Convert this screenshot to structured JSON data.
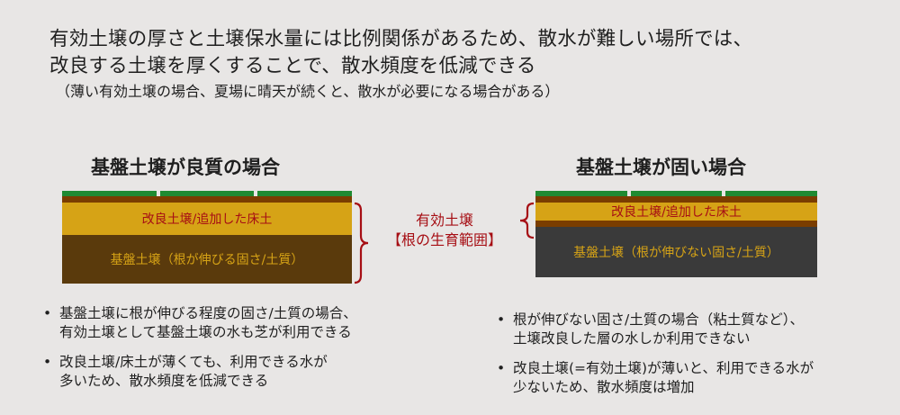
{
  "headline": {
    "line1": "有効土壌の厚さと土壌保水量には比例関係があるため、散水が難しい場所では、",
    "line2": "改良する土壌を厚くすることで、散水頻度を低減できる",
    "note": "（薄い有効土壌の場合、夏場に晴天が続くと、散水が必要になる場合がある）"
  },
  "left_panel": {
    "title": "基盤土壌が良質の場合",
    "improved_layer": "改良土壌/追加した床土",
    "base_layer": "基盤土壌（根が伸びる固さ/土質）",
    "bullets": [
      {
        "line1": "基盤土壌に根が伸びる程度の固さ/土質の場合、",
        "line2": "有効土壌として基盤土壌の水も芝が利用できる"
      },
      {
        "line1": "改良土壌/床土が薄くても、利用できる水が",
        "line2": "多いため、散水頻度を低減できる"
      }
    ]
  },
  "center_label": {
    "line1": "有効土壌",
    "line2": "【根の生育範囲】"
  },
  "right_panel": {
    "title": "基盤土壌が固い場合",
    "improved_layer": "改良土壌/追加した床土",
    "base_layer": "基盤土壌（根が伸びない固さ/土質）",
    "bullets": [
      {
        "line1": "根が伸びない固さ/土質の場合（粘土質など）、",
        "line2": "土壌改良した層の水しか利用できない"
      },
      {
        "line1": "改良土壌(=有効土壌)が薄いと、利用できる水が",
        "line2": "少ないため、散水頻度は増加"
      }
    ]
  },
  "colors": {
    "background": "#e8e6e5",
    "grass": "#1f8a32",
    "improved_soil": "#d6a316",
    "good_base_soil": "#5a3a0c",
    "hard_base_soil": "#3a3a3a",
    "accent_red": "#a60e14"
  }
}
